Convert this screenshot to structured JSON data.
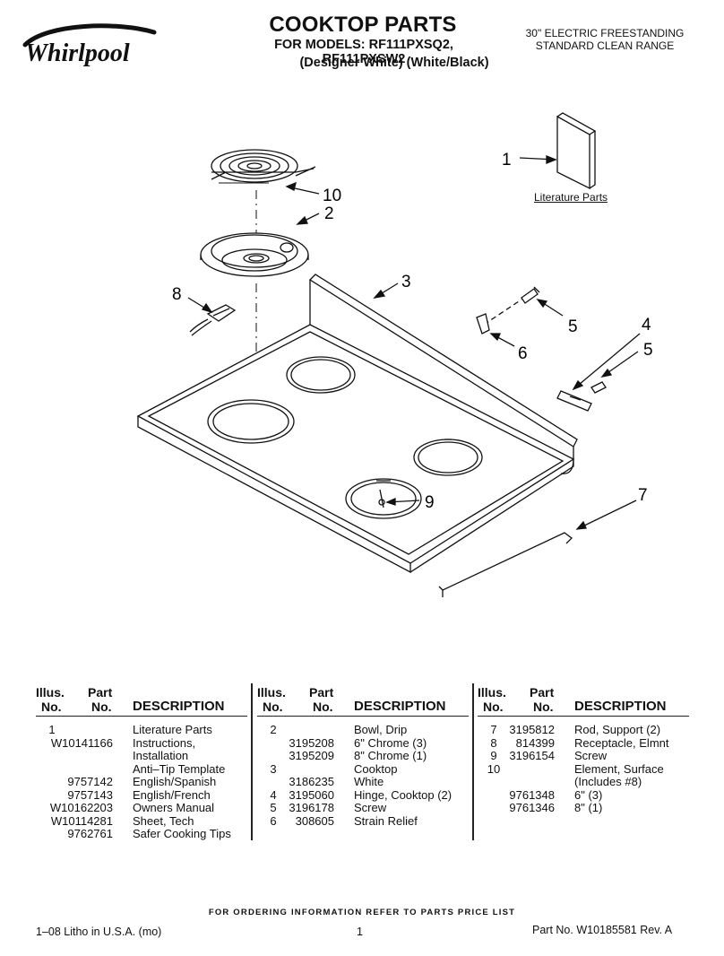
{
  "header": {
    "brand": "Whirlpool",
    "title": "COOKTOP PARTS",
    "models": "FOR MODELS: RF111PXSQ2, RF111PXSW2",
    "colors": "(Designer White) (White/Black)",
    "range_type_line1": "30\" ELECTRIC FREESTANDING",
    "range_type_line2": "STANDARD CLEAN RANGE"
  },
  "diagram": {
    "literature_label": "Literature Parts",
    "callouts": [
      "1",
      "10",
      "2",
      "3",
      "8",
      "5",
      "4",
      "5",
      "6",
      "9",
      "7"
    ]
  },
  "table_headers": {
    "illus": "Illus.",
    "no": "No.",
    "part": "Part",
    "description": "DESCRIPTION"
  },
  "tables": [
    {
      "rows": [
        {
          "illus": "1",
          "part": "",
          "desc": "Literature Parts"
        },
        {
          "illus": "",
          "part": "W10141166",
          "desc": "Instructions,"
        },
        {
          "illus": "",
          "part": "",
          "desc": "Installation"
        },
        {
          "illus": "",
          "part": "",
          "desc": "Anti–Tip Template"
        },
        {
          "illus": "",
          "part": "9757142",
          "desc": "English/Spanish"
        },
        {
          "illus": "",
          "part": "9757143",
          "desc": "English/French"
        },
        {
          "illus": "",
          "part": "W10162203",
          "desc": "Owners Manual"
        },
        {
          "illus": "",
          "part": "W10114281",
          "desc": "Sheet, Tech"
        },
        {
          "illus": "",
          "part": "9762761",
          "desc": "Safer Cooking Tips"
        }
      ]
    },
    {
      "rows": [
        {
          "illus": "2",
          "part": "",
          "desc": "Bowl, Drip"
        },
        {
          "illus": "",
          "part": "3195208",
          "desc": "6\" Chrome (3)"
        },
        {
          "illus": "",
          "part": "3195209",
          "desc": "8\" Chrome (1)"
        },
        {
          "illus": "3",
          "part": "",
          "desc": "Cooktop"
        },
        {
          "illus": "",
          "part": "3186235",
          "desc": "White"
        },
        {
          "illus": "4",
          "part": "3195060",
          "desc": "Hinge, Cooktop (2)"
        },
        {
          "illus": "5",
          "part": "3196178",
          "desc": "Screw"
        },
        {
          "illus": "6",
          "part": "308605",
          "desc": "Strain Relief"
        }
      ]
    },
    {
      "rows": [
        {
          "illus": "7",
          "part": "3195812",
          "desc": "Rod, Support (2)"
        },
        {
          "illus": "8",
          "part": "814399",
          "desc": "Receptacle, Elmnt"
        },
        {
          "illus": "9",
          "part": "3196154",
          "desc": "Screw"
        },
        {
          "illus": "10",
          "part": "",
          "desc": "Element, Surface"
        },
        {
          "illus": "",
          "part": "",
          "desc": "(Includes #8)"
        },
        {
          "illus": "",
          "part": "9761348",
          "desc": "6\" (3)"
        },
        {
          "illus": "",
          "part": "9761346",
          "desc": "8\" (1)"
        }
      ]
    }
  ],
  "footer": {
    "order_note": "FOR ORDERING INFORMATION REFER TO PARTS PRICE LIST",
    "litho": "1–08 Litho in U.S.A. (mo)",
    "page": "1",
    "part_no": "Part No. W10185581 Rev. A"
  }
}
